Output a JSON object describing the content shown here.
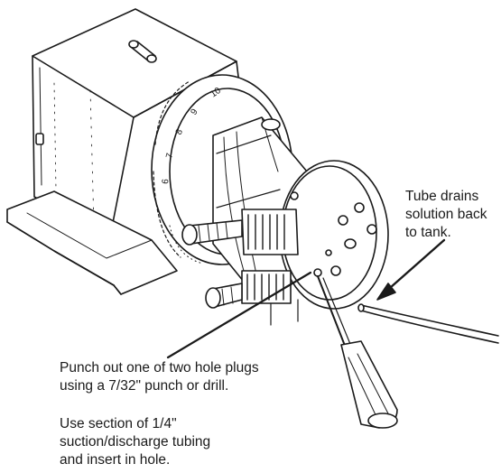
{
  "labels": {
    "tube_drains": [
      "Tube drains",
      "solution back",
      "to tank."
    ],
    "punch_out": [
      "Punch out one of two hole plugs",
      "using a 7/32\" punch or drill."
    ],
    "use_section": [
      "Use section of 1/4\"",
      "suction/discharge tubing",
      "and insert in hole."
    ]
  },
  "dial_marks": [
    "10",
    "9",
    "8",
    "7",
    "6"
  ],
  "colors": {
    "ink": "#1a1a1a",
    "background": "#ffffff"
  }
}
